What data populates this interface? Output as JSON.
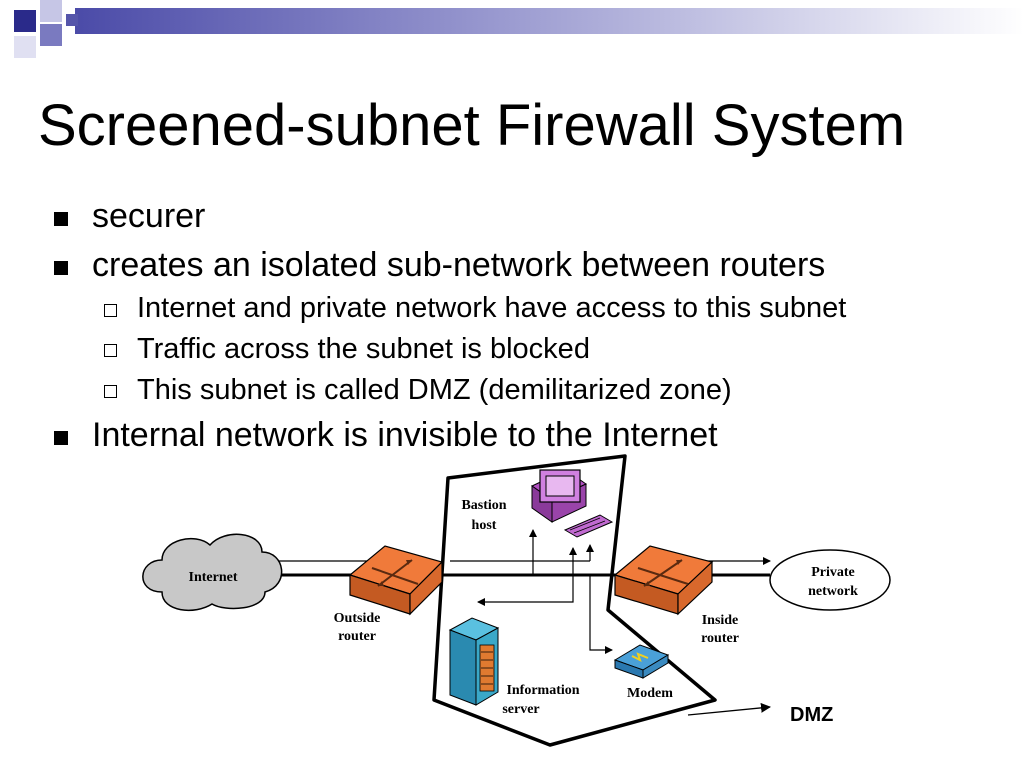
{
  "slide": {
    "title": "Screened-subnet Firewall System",
    "bullets": [
      {
        "text": "securer"
      },
      {
        "text": "creates an isolated sub-network between routers"
      },
      {
        "text": "Internal network is invisible to the Internet"
      }
    ],
    "sub_bullets": [
      {
        "text": "Internet and private network have access to this subnet"
      },
      {
        "text": "Traffic across the subnet is blocked"
      },
      {
        "text": "This subnet is called DMZ (demilitarized zone)"
      }
    ]
  },
  "diagram": {
    "internet_label": "Internet",
    "outside_router": [
      "Outside",
      "router"
    ],
    "bastion_host": [
      "Bastion",
      "host"
    ],
    "info_server": [
      "Information",
      "server"
    ],
    "modem_label": "Modem",
    "inside_router": [
      "Inside",
      "router"
    ],
    "private_network": [
      "Private",
      "network"
    ],
    "dmz_label": "DMZ"
  },
  "colors": {
    "accent": "#4b4ba8",
    "router": "#f07a3a",
    "cloud": "#c8c8c8",
    "computer": "#c06ad0",
    "server": "#3aa8c8",
    "modem": "#4aa0d8"
  }
}
